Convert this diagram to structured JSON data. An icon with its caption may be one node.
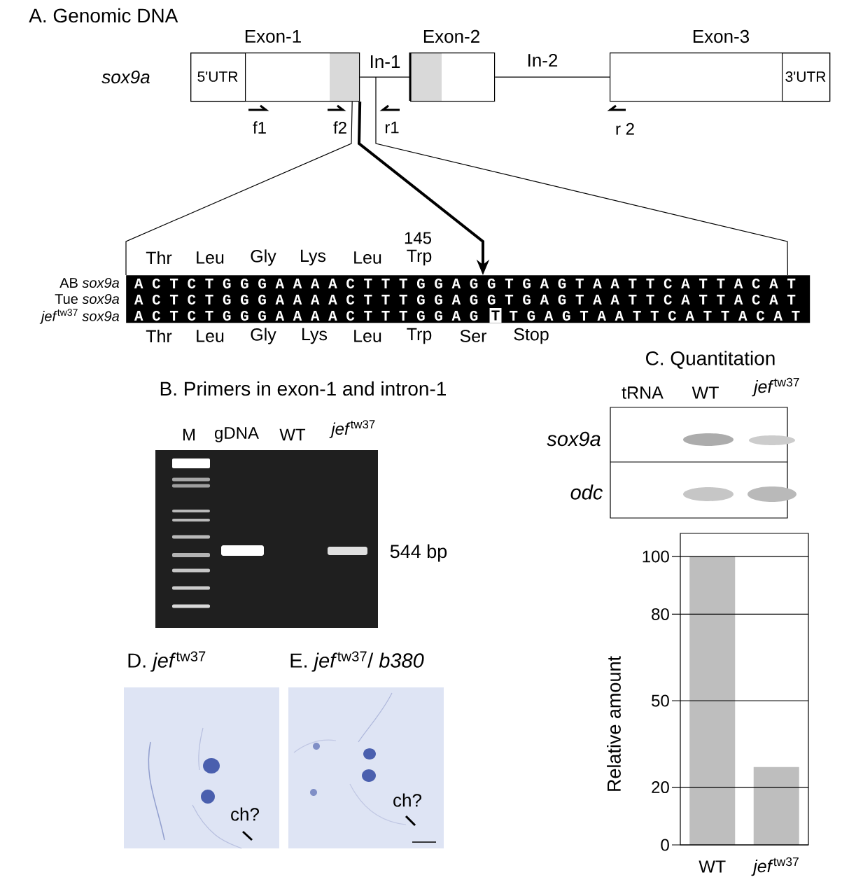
{
  "diagram": {
    "nodes": [
      {
        "text": [
          "Exon-1"
        ]
      },
      {
        "text": [
          "5'UTR"
        ],
        "in": 0
      },
      {
        "text": [
          "Exon-2"
        ]
      },
      {
        "text": [
          "Exon-3"
        ]
      },
      {
        "text": [
          "3'UTR"
        ],
        "in": 3
      },
      {
        "text": [
          "A C T C T G G G A A A A C T T T G G A G G T G A G T A A T T C A T T A C A T",
          "A C T C T G G G A A A A C T T T G G A G G T G A G T A A T T C A T T A C A T",
          "A C T C T G G G A A A A C T T T G G A G",
          "T G A G T A A T T C A T T A C A T"
        ]
      },
      {
        "text": [
          "T"
        ],
        "in": 5
      }
    ],
    "edges": [
      {
        "from": 0,
        "to": 2,
        "arrow": "none",
        "label": "In-1"
      },
      {
        "from": 2,
        "to": 3,
        "arrow": "none",
        "label": "In-2"
      },
      {
        "from": 0,
        "to": 5,
        "arrow": "none"
      },
      {
        "from": 0,
        "to": 5,
        "arrow": "to",
        "style": "thick"
      },
      {
        "from": null,
        "to": 5,
        "arrow": "none"
      }
    ],
    "labels": [
      "A. Genomic DNA",
      "sox9a",
      "f1",
      "f2",
      "r1",
      "r 2",
      "145",
      "Thr",
      "Leu",
      "Gly",
      "Lys",
      "Leu",
      "Trp",
      "AB *sox9a*",
      "Tue *sox9a*",
      "*jef*$^{tw37}$ *sox9a*",
      "Thr",
      "Leu",
      "Gly",
      "Lys",
      "Leu",
      "Trp",
      "Ser",
      "Stop",
      "C. Quantitation",
      "B. Primers in exon-1 and intron-1",
      "tRNA",
      "WT",
      "*jef*$^{tw37}$",
      "M",
      "gDNA",
      "WT",
      "*jef*$^{tw37}$",
      "sox9a",
      "odc",
      "544 bp",
      "D. *jef*$^{tw37}$",
      "E. *jef*$^{tw37}$/ *b380*",
      "ch?",
      "ch?"
    ],
    "chart_data": {
      "type": "bar",
      "ylabel": "Relative amount",
      "categories": [
        "WT",
        "*jef*$^{tw37}$"
      ],
      "values": [
        100,
        27
      ],
      "ylim": [
        0,
        108
      ],
      "yticks": [
        0,
        20,
        50,
        80,
        100
      ],
      "grid": true
    }
  }
}
